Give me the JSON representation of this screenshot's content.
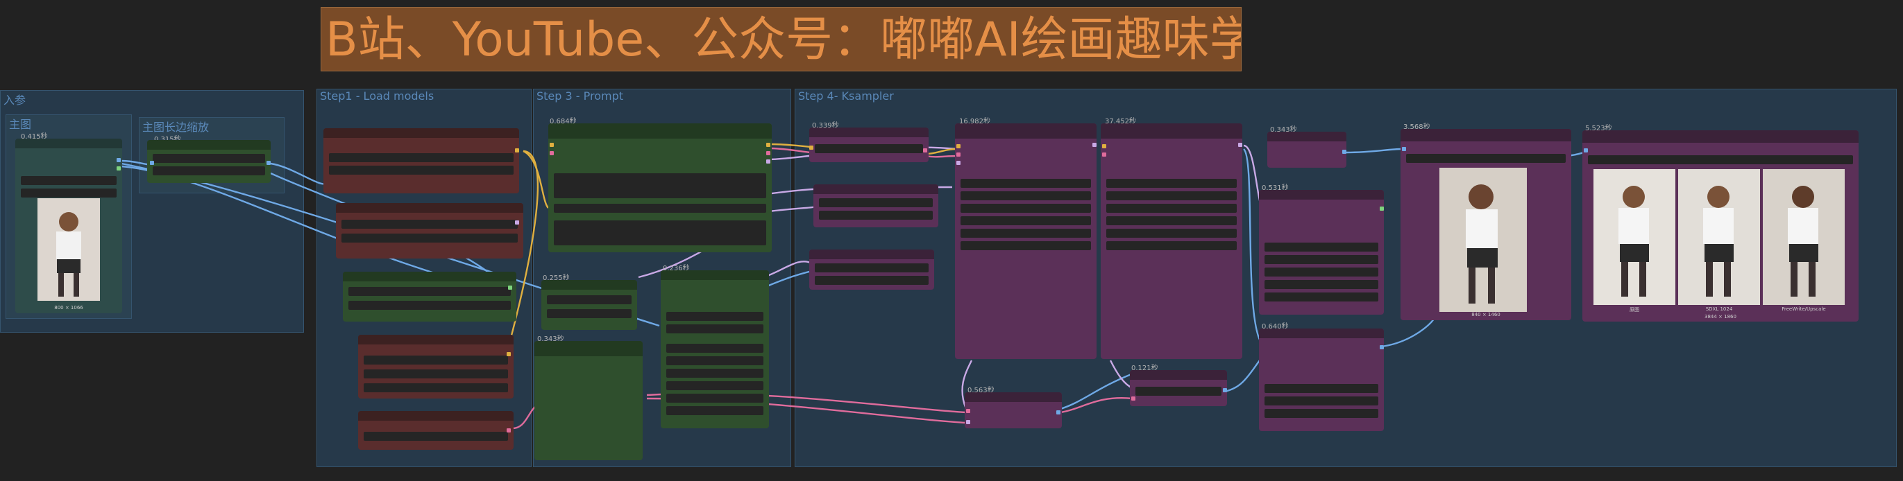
{
  "banner": {
    "text": "B站、YouTube、公众号：嘟嘟AI绘画趣味学"
  },
  "groups": {
    "input": "入参",
    "main_image": "主图",
    "resize": "主图长边缩放",
    "step1": "Step1 - Load models",
    "step3": "Step 3 - Prompt",
    "step4": "Step 4- Ksampler"
  },
  "timings": {
    "t_main": "0.415秒",
    "t_resize": "0.315秒",
    "t_prompt": "0.684秒",
    "t_p2": "0.255秒",
    "t_p3": "0.236秒",
    "t_p4": "0.343秒",
    "t_k1": "0.339秒",
    "t_k2": "16.982秒",
    "t_k3": "37.452秒",
    "t_k4": "0.343秒",
    "t_k5": "0.531秒",
    "t_k6": "3.568秒",
    "t_k7": "5.523秒",
    "t_k8": "0.640秒",
    "t_k9": "0.121秒",
    "t_k10": "0.563秒"
  },
  "captions": {
    "input_image": "800 × 1066",
    "preview_image": "840 × 1460",
    "compare_left": "原图",
    "compare_mid": "SDXL 1024",
    "compare_right": "FreeWrite/Upscale",
    "compare_size": "3844 × 1860"
  },
  "colors": {
    "background": "#222222",
    "group_bg": "#26394a",
    "group_title": "#5a88b8",
    "banner_bg": "#7a4b27",
    "banner_text": "#e58f47",
    "loader_node": "#5a2d2d",
    "prompt_node": "#2f4f2d",
    "sampler_node": "#5b3058",
    "wire_blue": "#6fa9e6",
    "wire_pink": "#e06c9c",
    "wire_yellow": "#e0b040",
    "wire_lilac": "#c9a9e6"
  }
}
